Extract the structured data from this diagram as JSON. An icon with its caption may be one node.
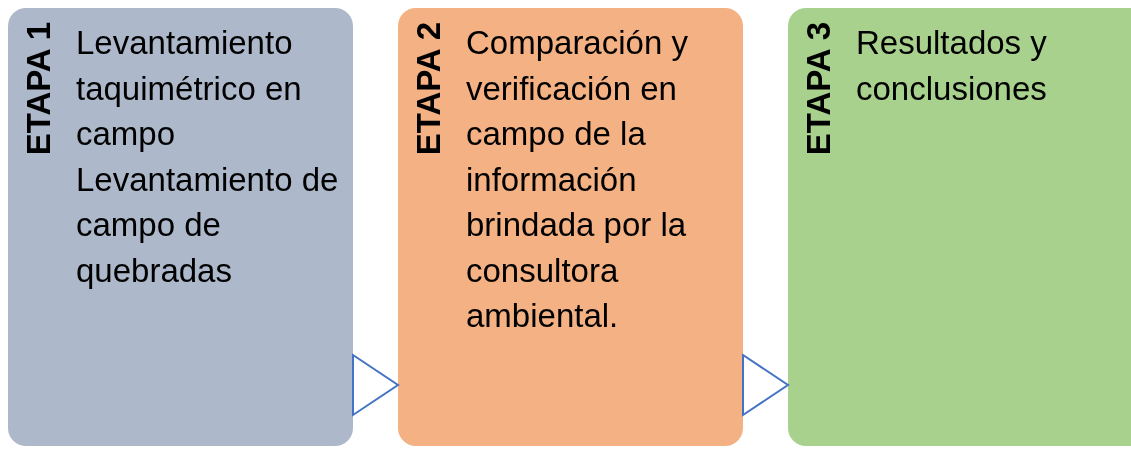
{
  "diagram": {
    "nodes": [
      {
        "text": [
          "ETAPA 1",
          "Levantamiento taquimétrico en campo",
          "Levantamiento de campo de quebradas"
        ]
      },
      {
        "text": [
          "ETAPA 2",
          "Comparación y verificación en campo de la información brindada por la consultora ambiental."
        ]
      },
      {
        "text": [
          "ETAPA 3",
          "Resultados y conclusiones"
        ]
      }
    ],
    "edges": [
      {
        "from": 0,
        "to": 1,
        "arrow": "to"
      },
      {
        "from": 1,
        "to": 2,
        "arrow": "to"
      }
    ]
  }
}
